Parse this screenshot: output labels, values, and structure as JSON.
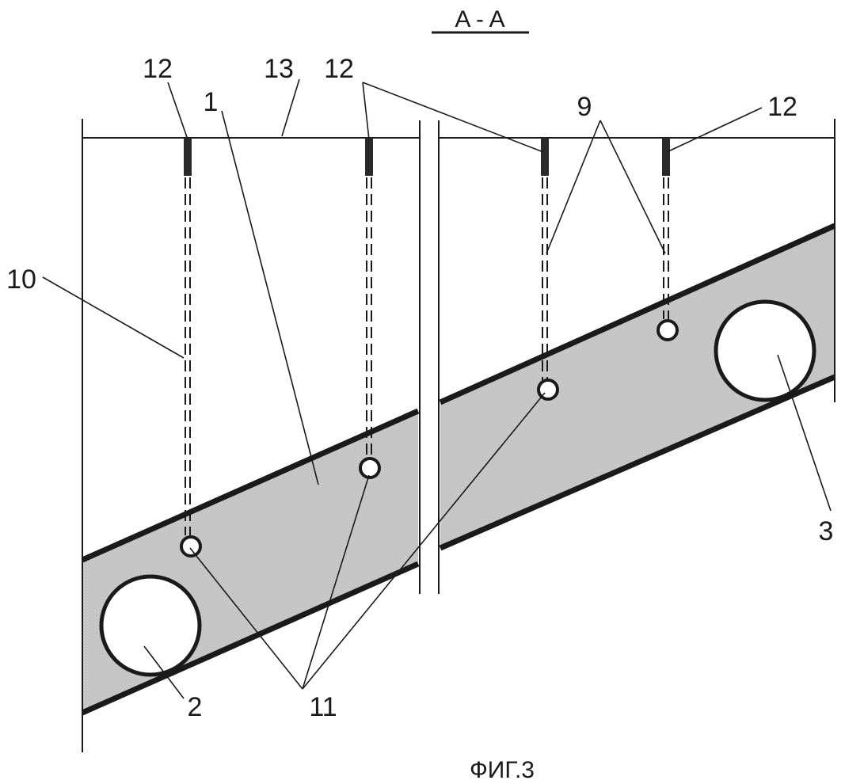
{
  "section_title": "A - A",
  "figure_caption": "ФИГ.3",
  "labels": {
    "l12a": "12",
    "l13": "13",
    "l12b": "12",
    "l1": "1",
    "l9": "9",
    "l12c": "12",
    "l10": "10",
    "l3": "3",
    "l2": "2",
    "l11": "11"
  },
  "colors": {
    "seam_fill": "#c8c8c8",
    "line": "#1a1a1a",
    "marker": "#2a2a2a",
    "background": "#ffffff"
  }
}
